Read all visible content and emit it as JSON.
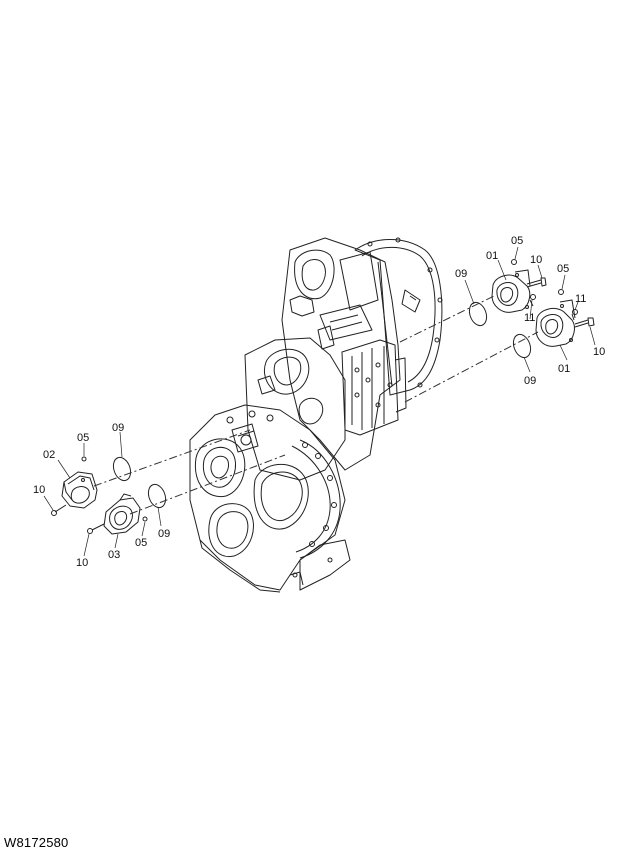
{
  "drawing_number": "W8172580",
  "callouts": {
    "c01_top": "01",
    "c05_top": "05",
    "c10_top": "10",
    "c09_top": "09",
    "c11_top": "11",
    "c05_right": "05",
    "c11_right": "11",
    "c10_right": "10",
    "c09_right": "09",
    "c01_right": "01",
    "c09_left_top": "09",
    "c05_left_top": "05",
    "c02": "02",
    "c10_left": "10",
    "c09_left_bottom": "09",
    "c05_left_bottom": "05",
    "c03": "03",
    "c10_left_bottom": "10"
  }
}
